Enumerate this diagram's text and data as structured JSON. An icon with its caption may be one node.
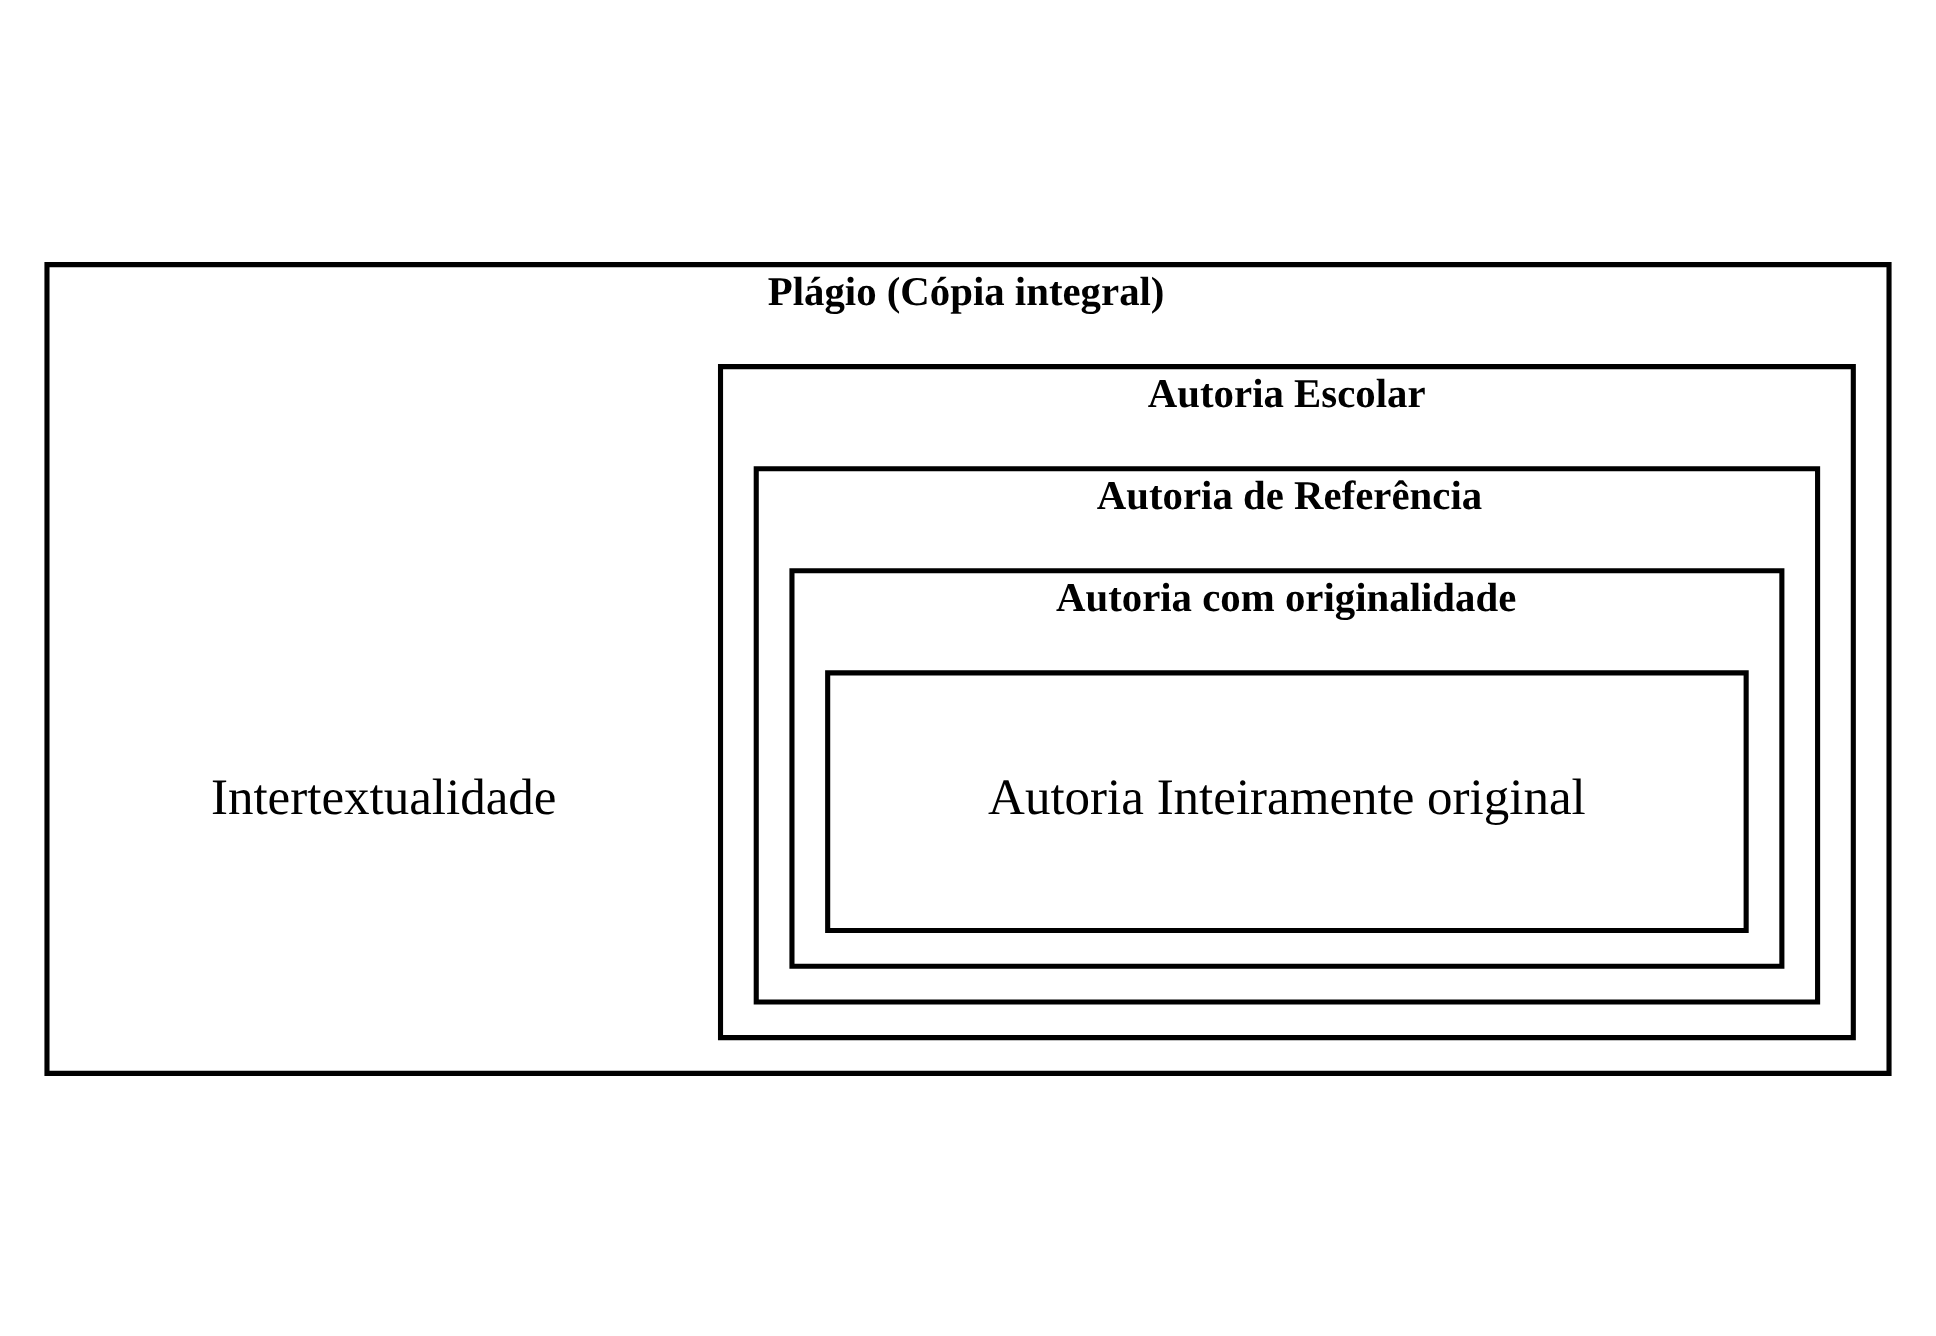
{
  "diagram": {
    "nodes": [
      {
        "text": [
          "Plágio (Cópia integral)"
        ]
      },
      {
        "text": [
          "Autoria Escolar"
        ],
        "in": 0
      },
      {
        "text": [
          "Autoria de Referência"
        ],
        "in": 1
      },
      {
        "text": [
          "Autoria com originalidade"
        ],
        "in": 2
      },
      {
        "text": [
          "Autoria Inteiramente original"
        ],
        "in": 3
      }
    ],
    "edges": [],
    "labels": [
      "Intertextualidade"
    ]
  }
}
